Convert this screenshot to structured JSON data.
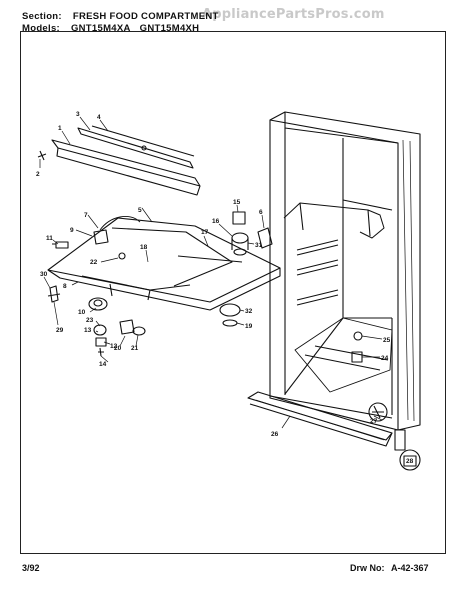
{
  "header": {
    "section_label": "Section:",
    "section_value": "FRESH FOOD COMPARTMENT",
    "models_label": "Models:",
    "model_1": "GNT15M4XA",
    "model_2": "GNT15M4XH"
  },
  "watermark": "AppliancePartsPros.com",
  "footer": {
    "date": "3/92",
    "drawing_label": "Drw No:",
    "drawing_number": "A-42-367"
  },
  "callouts": [
    "1",
    "2",
    "3",
    "4",
    "5",
    "6",
    "7",
    "8",
    "9",
    "10",
    "11",
    "12",
    "13",
    "14",
    "15",
    "16",
    "17",
    "18",
    "19",
    "20",
    "21",
    "22",
    "23",
    "24",
    "25",
    "26",
    "27",
    "28",
    "29",
    "30",
    "31",
    "32"
  ]
}
